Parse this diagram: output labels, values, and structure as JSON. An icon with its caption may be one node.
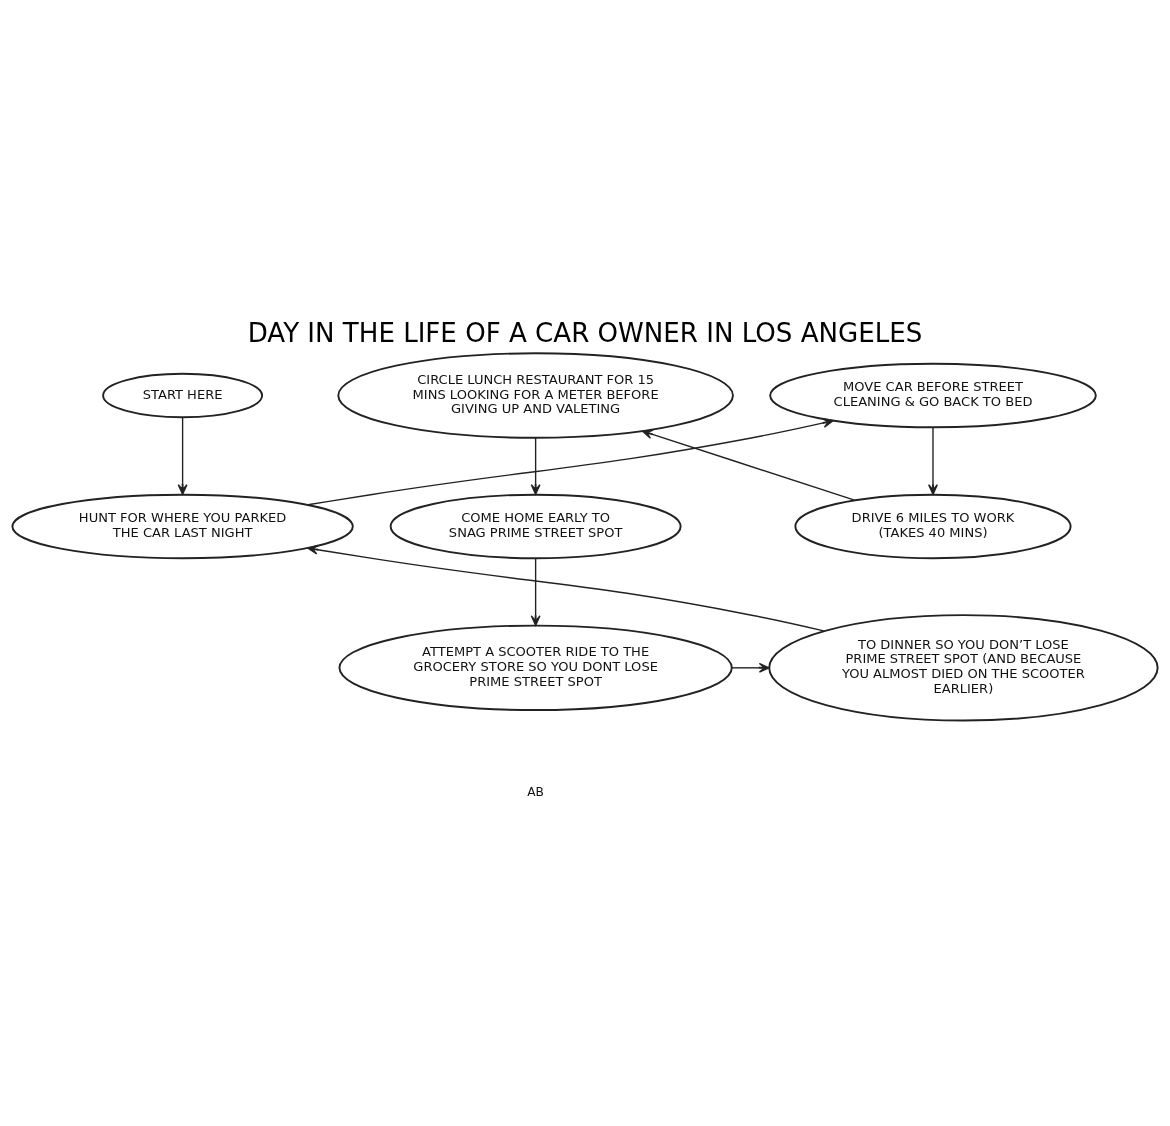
{
  "diagram": {
    "title": "DAY IN THE LIFE OF A CAR OWNER IN LOS ANGELES",
    "nodes": [
      {
        "text": [
          "START HERE"
        ]
      },
      {
        "text": [
          "CIRCLE LUNCH RESTAURANT FOR 15 MINS LOOKING FOR A METER BEFORE GIVING UP AND VALETING"
        ]
      },
      {
        "text": [
          "MOVE CAR BEFORE STREET CLEANING & GO BACK TO BED"
        ]
      },
      {
        "text": [
          "DRIVE 6 MILES TO WORK (TAKES 40 MINS)"
        ]
      },
      {
        "text": [
          "HUNT FOR WHERE YOU PARKED THE CAR LAST NIGHT"
        ]
      },
      {
        "text": [
          "COME HOME EARLY TO SNAG PRIME STREET SPOT"
        ]
      },
      {
        "text": [
          "TO DINNER SO YOU DON’T LOSE PRIME STREET SPOT (AND BECAUSE YOU ALMOST DIED ON THE SCOOTER EARLIER)"
        ]
      },
      {
        "text": [
          "ATTEMPT A SCOOTER RIDE TO THE GROCERY STORE SO YOU DONT LOSE PRIME STREET SPOT"
        ]
      }
    ],
    "edges": [
      {
        "from": 0,
        "to": 4,
        "arrow": "to"
      },
      {
        "from": 4,
        "to": 2,
        "arrow": "to"
      },
      {
        "from": 2,
        "to": 3,
        "arrow": "to"
      },
      {
        "from": 3,
        "to": 1,
        "arrow": "to"
      },
      {
        "from": 1,
        "to": 5,
        "arrow": "to"
      },
      {
        "from": 5,
        "to": 7,
        "arrow": "to"
      },
      {
        "from": 7,
        "to": 6,
        "arrow": "to"
      },
      {
        "from": 6,
        "to": 4,
        "arrow": "to"
      }
    ],
    "labels": [
      "AB"
    ]
  }
}
